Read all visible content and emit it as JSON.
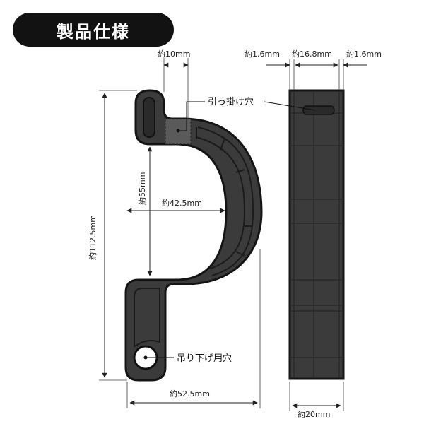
{
  "header": {
    "title": "製品仕様"
  },
  "dimensions": {
    "hook_opening": "約10mm",
    "inner_height": "約55mm",
    "overall_height": "約112.5mm",
    "inner_width": "約42.5mm",
    "overall_width": "約52.5mm",
    "side_edge_left": "約1.6mm",
    "side_center": "約16.8mm",
    "side_edge_right": "約1.6mm",
    "side_width": "約20mm"
  },
  "callouts": {
    "hook_hole": "引っ掛け穴",
    "hanging_hole": "吊り下げ用穴"
  },
  "colors": {
    "body": "#3c3c3c",
    "body_edge": "#1a1a1a",
    "groove": "#555555",
    "header_bg": "#121212"
  }
}
